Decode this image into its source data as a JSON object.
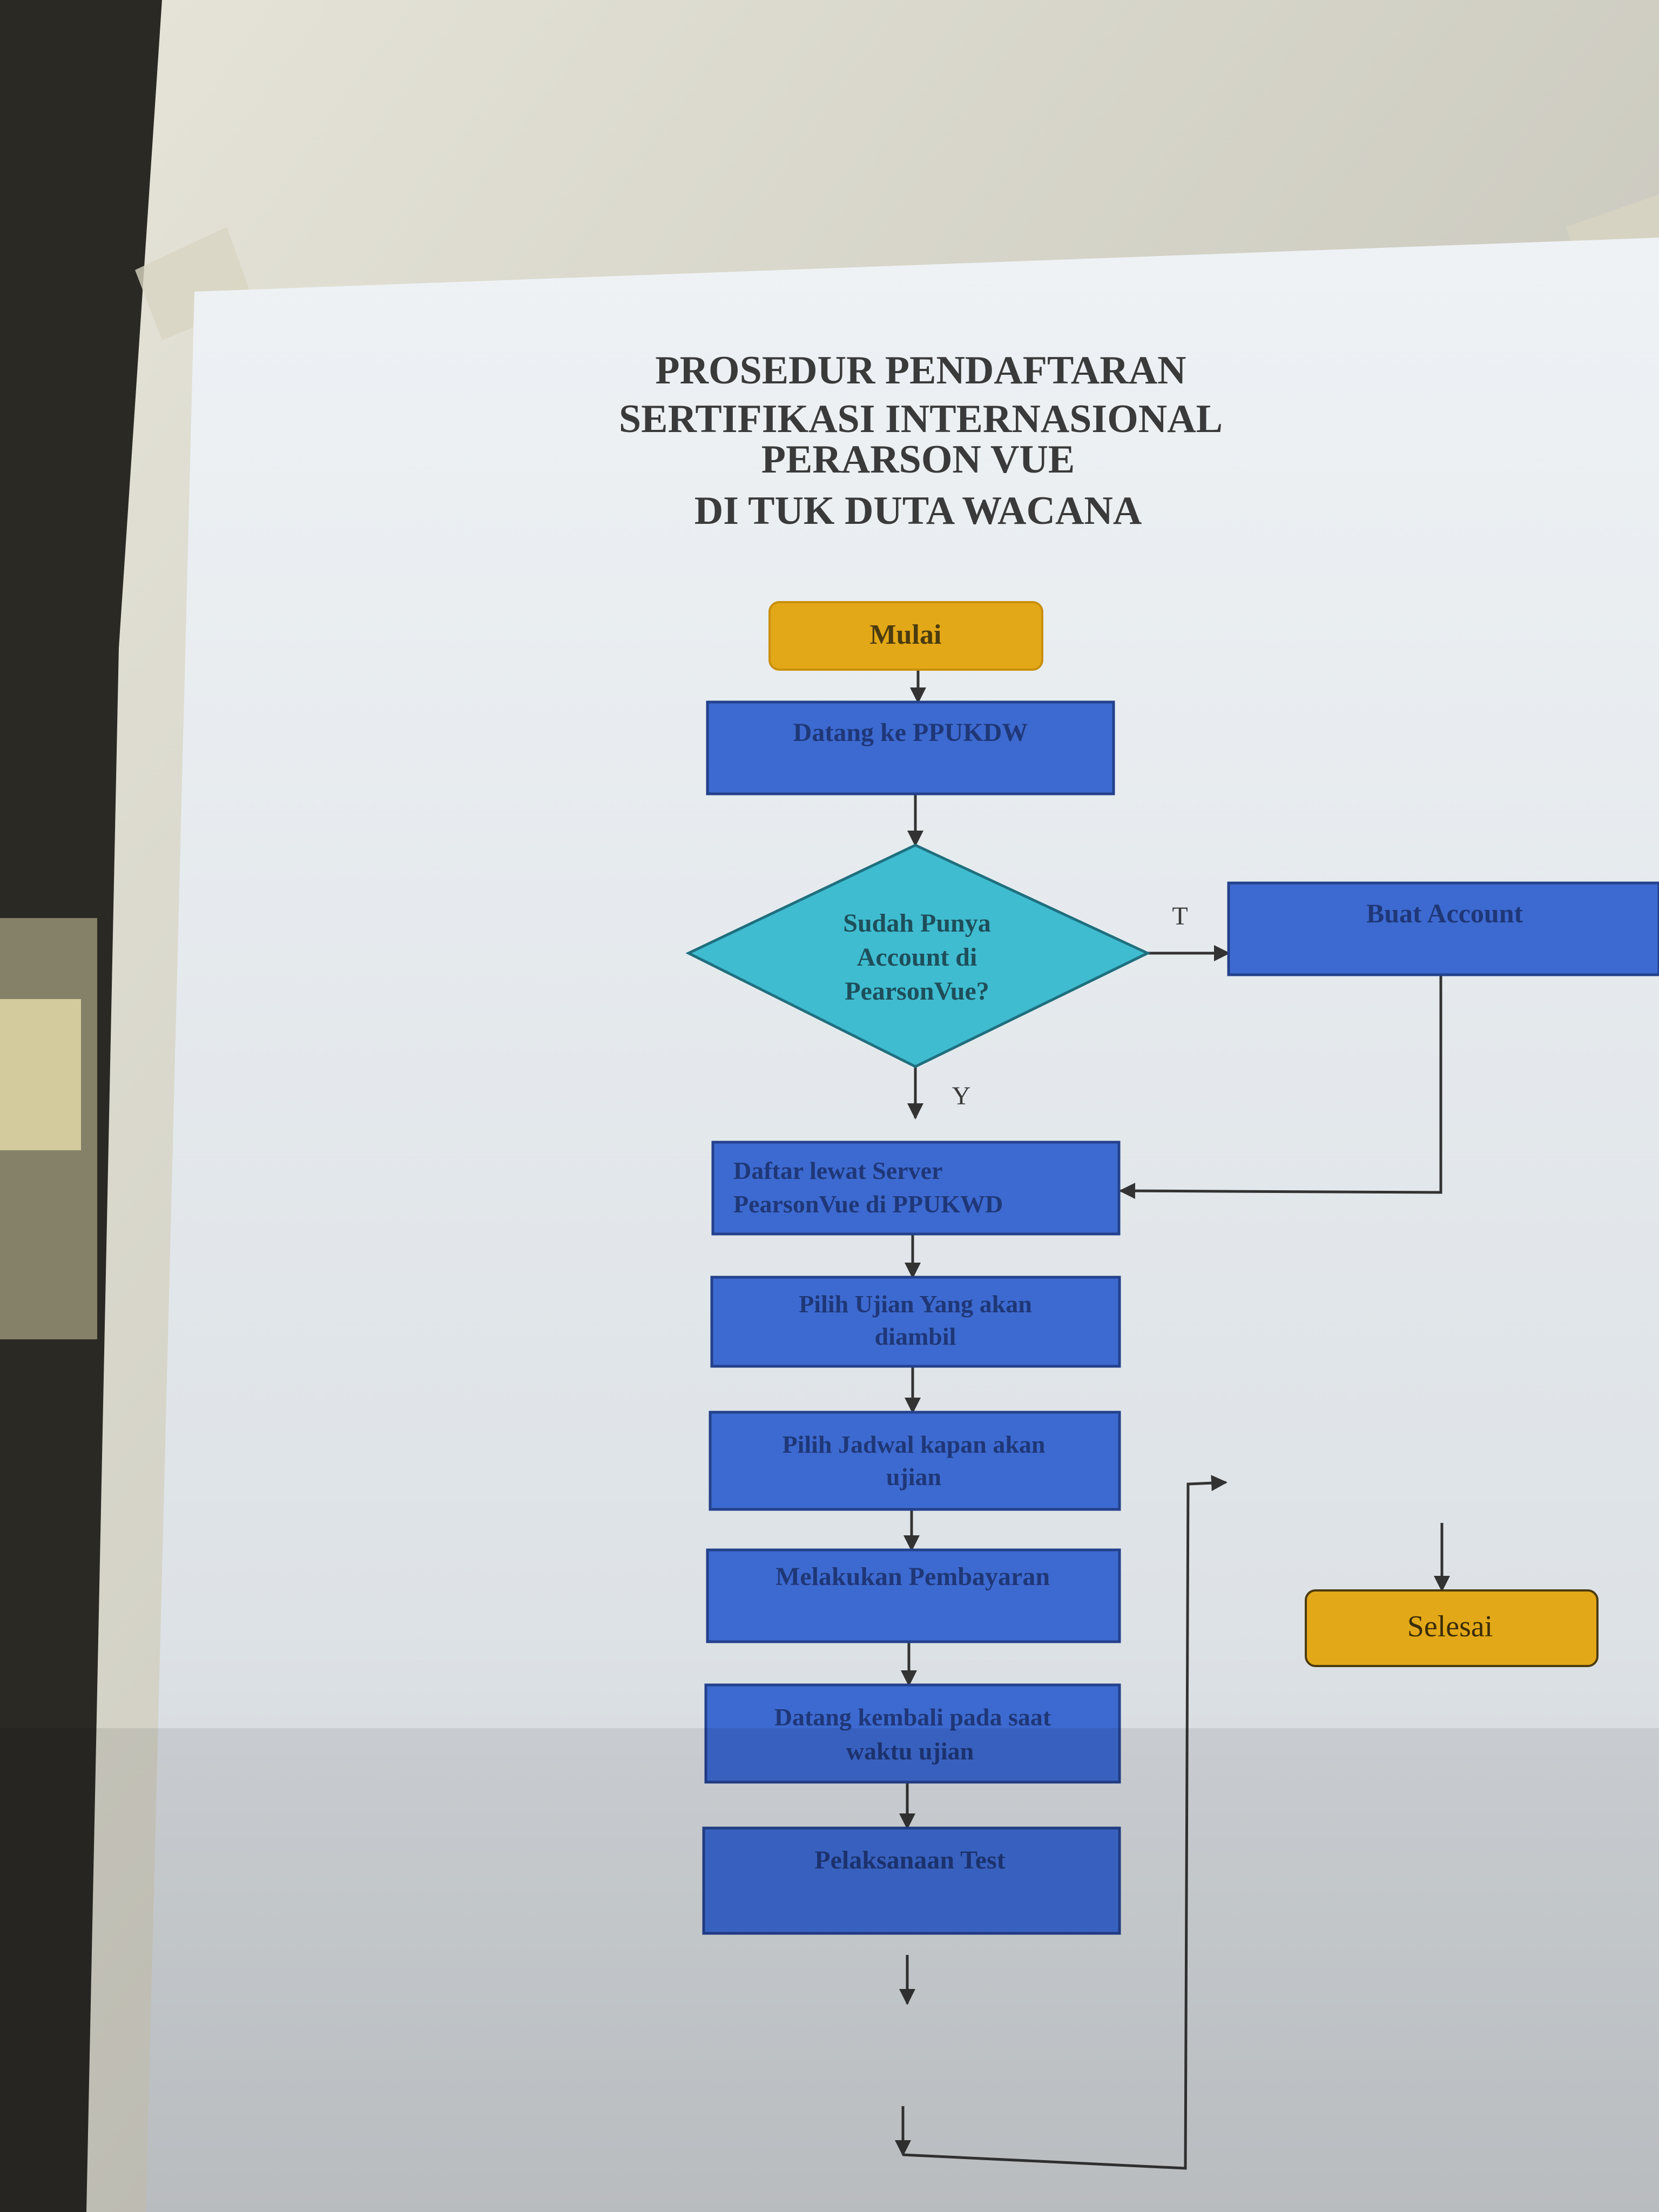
{
  "title": {
    "lines": [
      "PROSEDUR PENDAFTARAN",
      "SERTIFIKASI INTERNASIONAL",
      "PERARSON VUE",
      "DI TUK DUTA WACANA"
    ]
  },
  "flowchart": {
    "start": "Mulai",
    "step_datang": "Datang ke PPUKDW",
    "decision": [
      "Sudah Punya",
      "Account di",
      "PearsonVue?"
    ],
    "label_no": "T",
    "label_yes": "Y",
    "step_buat_account": "Buat Account",
    "step_daftar": [
      "Daftar lewat Server",
      "PearsonVue di PPUKWD"
    ],
    "step_pilih_ujian": [
      "Pilih Ujian Yang akan",
      "diambil"
    ],
    "step_pilih_jadwal": [
      "Pilih Jadwal  kapan akan",
      "ujian"
    ],
    "step_pembayaran": "Melakukan Pembayaran",
    "step_datang_kembali": [
      "Datang kembali pada saat",
      "waktu ujian"
    ],
    "step_test": "Pelaksanaan Test",
    "end": "Selesai"
  },
  "colors": {
    "start_end": "#e3a817",
    "process": "#3d6ad0",
    "decision": "#3fbcd0",
    "line": "#333333",
    "paper": "#e9eef2",
    "wall": "#d9d8cc"
  }
}
